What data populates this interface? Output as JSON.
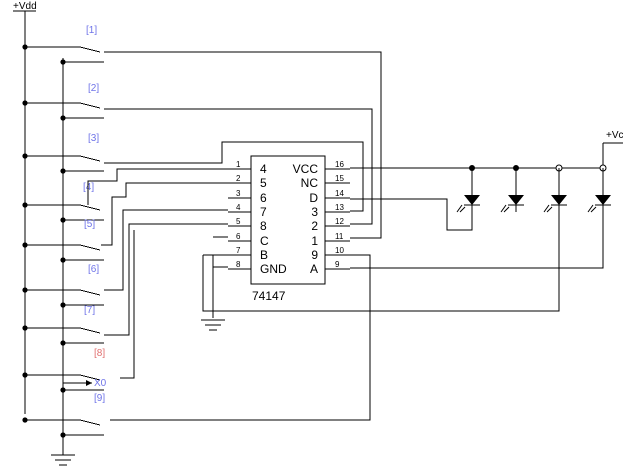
{
  "rails": {
    "vdd": "+Vdd",
    "vcc": "+Vc"
  },
  "chip": {
    "name": "74147",
    "left_pins": [
      {
        "num": "1",
        "label": "4"
      },
      {
        "num": "2",
        "label": "5"
      },
      {
        "num": "3",
        "label": "6"
      },
      {
        "num": "4",
        "label": "7"
      },
      {
        "num": "5",
        "label": "8"
      },
      {
        "num": "6",
        "label": "C"
      },
      {
        "num": "7",
        "label": "B"
      },
      {
        "num": "8",
        "label": "GND"
      }
    ],
    "right_pins": [
      {
        "num": "16",
        "label": "VCC"
      },
      {
        "num": "15",
        "label": "NC"
      },
      {
        "num": "14",
        "label": "D"
      },
      {
        "num": "13",
        "label": "3"
      },
      {
        "num": "12",
        "label": "2"
      },
      {
        "num": "11",
        "label": "1"
      },
      {
        "num": "10",
        "label": "9"
      },
      {
        "num": "9",
        "label": "A"
      }
    ]
  },
  "switches": [
    {
      "label": "[1]"
    },
    {
      "label": "[2]"
    },
    {
      "label": "[3]"
    },
    {
      "label": "[4]"
    },
    {
      "label": "[5]"
    },
    {
      "label": "[6]"
    },
    {
      "label": "[7]"
    },
    {
      "label": "[8]"
    },
    {
      "label": "[9]"
    }
  ],
  "node_label": "X0",
  "colors": {
    "label": "#6f74e8",
    "label_active": "#e07070",
    "wire": "#000000"
  }
}
